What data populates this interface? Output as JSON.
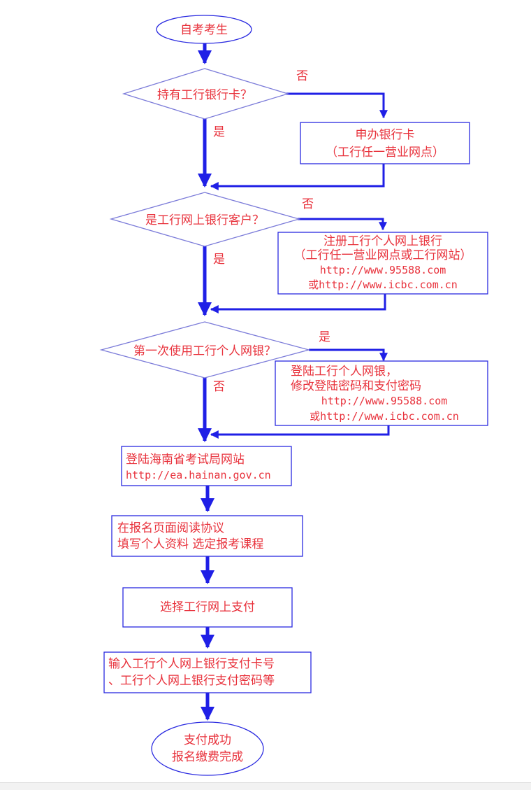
{
  "start": "自考考生",
  "q1": {
    "text": "持有工行银行卡？",
    "no": "否",
    "yes": "是"
  },
  "box1": {
    "line1": "申办银行卡",
    "line2": "（工行任一营业网点）"
  },
  "q2": {
    "text": "是工行网上银行客户？",
    "no": "否",
    "yes": "是"
  },
  "box2": {
    "line1": "注册工行个人网上银行",
    "line2": "（工行任一营业网点或工行网站）",
    "line3": "http://www.95588.com",
    "line4": "或http://www.icbc.com.cn"
  },
  "q3": {
    "text": "第一次使用工行个人网银？",
    "yes": "是",
    "no": "否"
  },
  "box3": {
    "line1": "登陆工行个人网银，",
    "line2": "修改登陆密码和支付密码",
    "line3": "http://www.95588.com",
    "line4": "或http://www.icbc.com.cn"
  },
  "step1": {
    "line1": "登陆海南省考试局网站",
    "line2": "http://ea.hainan.gov.cn"
  },
  "step2": {
    "line1": "在报名页面阅读协议",
    "line2": "填写个人资料 选定报考课程"
  },
  "step3": {
    "line1": "选择工行网上支付"
  },
  "step4": {
    "line1": "输入工行个人网上银行支付卡号",
    "line2": "、工行个人网上银行支付密码等"
  },
  "end": {
    "line1": "支付成功",
    "line2": "报名缴费完成"
  },
  "colors": {
    "line": "#1f1fe6",
    "text": "#e8323c",
    "border": "#2a2ae0",
    "diamond_border": "#7b7bd9"
  }
}
